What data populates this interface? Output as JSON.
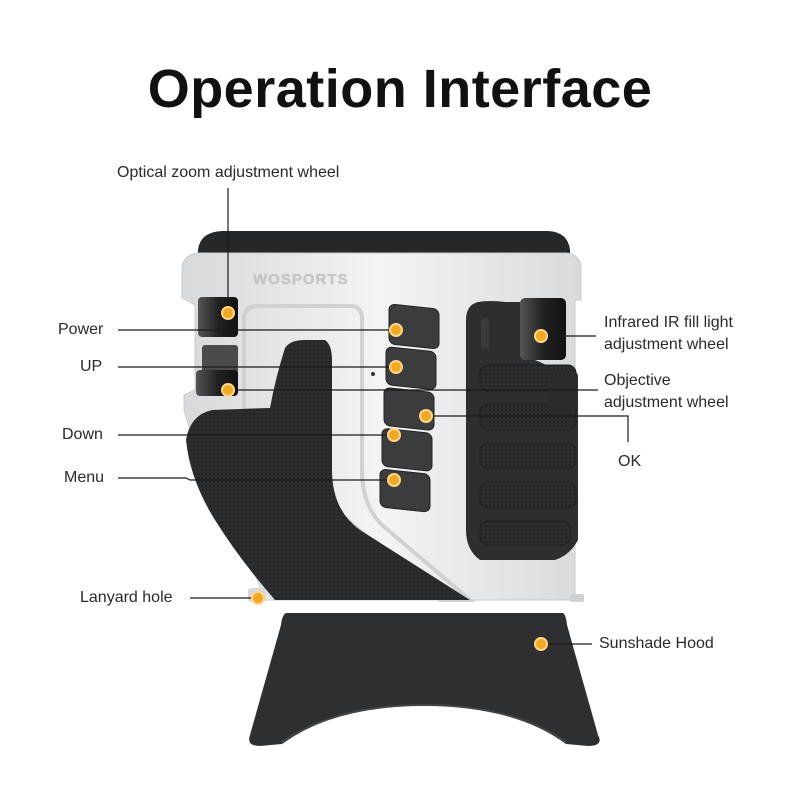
{
  "title": "Operation Interface",
  "brand": "WOSPORTS",
  "colors": {
    "callout_dot": "#f2a91c",
    "body_white": "#ecedef",
    "body_dark": "#2b2c2e",
    "leader_line": "#1a1a1a"
  },
  "labels": {
    "zoom_wheel": "Optical zoom adjustment wheel",
    "power": "Power",
    "up": "UP",
    "down": "Down",
    "menu": "Menu",
    "lanyard": "Lanyard hole",
    "ir_wheel_1": "Infrared IR fill light",
    "ir_wheel_2": "adjustment wheel",
    "objective_1": "Objective",
    "objective_2": "adjustment wheel",
    "ok": "OK",
    "sunshade": "Sunshade Hood"
  }
}
